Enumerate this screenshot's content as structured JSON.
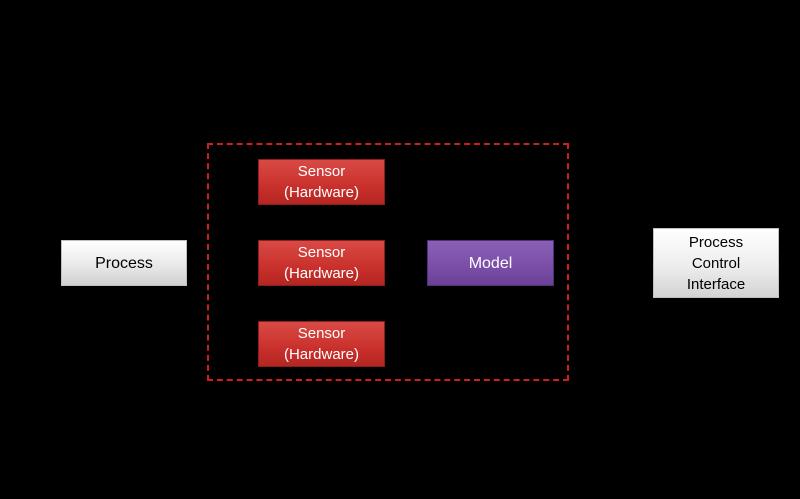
{
  "diagram": {
    "process": {
      "label": "Process"
    },
    "sensors": [
      {
        "line1": "Sensor",
        "line2": "(Hardware)"
      },
      {
        "line1": "Sensor",
        "line2": "(Hardware)"
      },
      {
        "line1": "Sensor",
        "line2": "(Hardware)"
      }
    ],
    "model": {
      "label": "Model"
    },
    "process_control_interface": {
      "line1": "Process",
      "line2": "Control",
      "line3": "Interface"
    }
  },
  "colors": {
    "background": "#000000",
    "sensor": "#c9302c",
    "model": "#7a4ea8",
    "neutral_box": "#e9e9e9",
    "boundary": "#cc1f1f"
  }
}
